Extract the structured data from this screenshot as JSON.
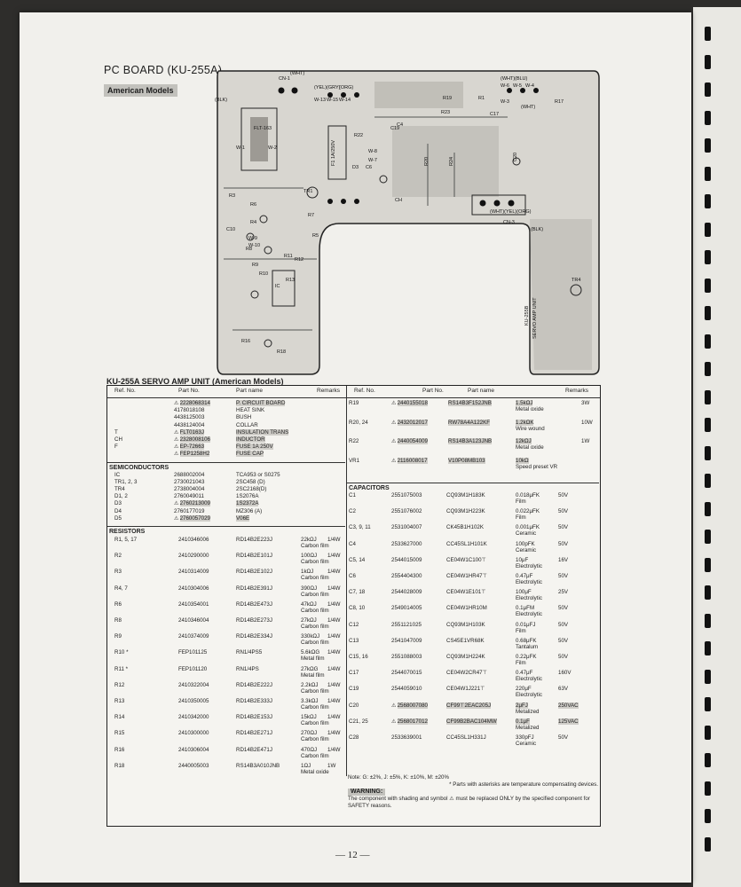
{
  "header": {
    "title": "PC BOARD (KU-255A)",
    "subtitle": "American Models"
  },
  "pcb": {
    "labels": [
      "CN-1",
      "(WHT)",
      "(BLK)",
      "(YEL)",
      "(GRY)",
      "(ORG)",
      "W-13",
      "W-15",
      "W-14",
      "(WHT)",
      "(BLU)",
      "W-6",
      "W-5",
      "W-4",
      "(WHT)",
      "W-3",
      "FLT-163",
      "R19",
      "R23",
      "R22",
      "R17",
      "R1",
      "F1 1A/250V",
      "CH",
      "R20",
      "R24",
      "C20",
      "C4",
      "C6",
      "CN-3",
      "(WHT)(YEL)(ORG)",
      "(BLK)",
      "R7",
      "R8",
      "C10",
      "R9",
      "R10",
      "R11",
      "R12",
      "R13",
      "R18",
      "R16",
      "C17",
      "TR1",
      "IC",
      "W-9",
      "W-10",
      "D3",
      "C19",
      "W-7",
      "W-8",
      "TR4",
      "W-1",
      "W-2",
      "R3",
      "R6",
      "R4",
      "R5",
      "KU-255B",
      "SERVO AMP UNIT"
    ]
  },
  "parts_list": {
    "title": "KU-255A SERVO AMP UNIT (American Models)",
    "headers": {
      "ref": "Ref. No.",
      "part_no": "Part No.",
      "part_name": "Part name",
      "remarks": "Remarks"
    },
    "left_general": [
      {
        "ref": "",
        "pn": "2228068314",
        "name": "P. CIRCUIT BOARD",
        "val": "",
        "rem": "",
        "warn": true,
        "shade": true
      },
      {
        "ref": "",
        "pn": "4178018108",
        "name": "HEAT SINK",
        "val": "",
        "rem": "",
        "warn": false,
        "shade": false
      },
      {
        "ref": "",
        "pn": "4438125003",
        "name": "BUSH",
        "val": "",
        "rem": "",
        "warn": false,
        "shade": false
      },
      {
        "ref": "",
        "pn": "4438124004",
        "name": "COLLAR",
        "val": "",
        "rem": "",
        "warn": false,
        "shade": false
      },
      {
        "ref": "T",
        "pn": "FLT0163J",
        "name": "INSULATION TRANS",
        "val": "",
        "rem": "",
        "warn": true,
        "shade": true
      },
      {
        "ref": "CH",
        "pn": "2328008106",
        "name": "INDUCTOR",
        "val": "",
        "rem": "",
        "warn": true,
        "shade": true
      },
      {
        "ref": "F",
        "pn": "EP-72663",
        "name": "FUSE 1A 250V",
        "val": "",
        "rem": "",
        "warn": true,
        "shade": true
      },
      {
        "ref": "",
        "pn": "FEP1258H2",
        "name": "FUSE CAP",
        "val": "",
        "rem": "",
        "warn": true,
        "shade": true
      }
    ],
    "semiconductors_title": "SEMICONDUCTORS",
    "semiconductors": [
      {
        "ref": "IC",
        "pn": "2688002004",
        "name": "TCA953 or S0275",
        "warn": false,
        "shade": false
      },
      {
        "ref": "TR1, 2, 3",
        "pn": "2730021043",
        "name": "2SC458 (D)",
        "warn": false,
        "shade": false
      },
      {
        "ref": "TR4",
        "pn": "2738004004",
        "name": "2SC2168(D)",
        "warn": false,
        "shade": false
      },
      {
        "ref": "D1, 2",
        "pn": "2760049011",
        "name": "1S2076A",
        "warn": false,
        "shade": false
      },
      {
        "ref": "D3",
        "pn": "2760213009",
        "name": "1S2372A",
        "warn": true,
        "shade": true
      },
      {
        "ref": "D4",
        "pn": "2760177019",
        "name": "MZ306 (A)",
        "warn": false,
        "shade": false
      },
      {
        "ref": "D5",
        "pn": "2760057029",
        "name": "V06E",
        "warn": true,
        "shade": true
      }
    ],
    "resistors_title": "RESISTORS",
    "resistors": [
      {
        "ref": "R1, 5, 17",
        "pn": "2410346006",
        "name": "RD14B2E223J",
        "val": "22kΩJ",
        "w": "1/4W",
        "type": "Carbon film",
        "warn": false,
        "shade": false
      },
      {
        "ref": "R2",
        "pn": "2410290000",
        "name": "RD14B2E101J",
        "val": "100ΩJ",
        "w": "1/4W",
        "type": "Carbon film",
        "warn": false,
        "shade": false
      },
      {
        "ref": "R3",
        "pn": "2410314009",
        "name": "RD14B2E102J",
        "val": "1kΩJ",
        "w": "1/4W",
        "type": "Carbon film",
        "warn": false,
        "shade": false
      },
      {
        "ref": "R4, 7",
        "pn": "2410304006",
        "name": "RD14B2E391J",
        "val": "390ΩJ",
        "w": "1/4W",
        "type": "Carbon film",
        "warn": false,
        "shade": false
      },
      {
        "ref": "R6",
        "pn": "2410354001",
        "name": "RD14B2E473J",
        "val": "47kΩJ",
        "w": "1/4W",
        "type": "Carbon film",
        "warn": false,
        "shade": false
      },
      {
        "ref": "R8",
        "pn": "2410346004",
        "name": "RD14B2E273J",
        "val": "27kΩJ",
        "w": "1/4W",
        "type": "Carbon film",
        "warn": false,
        "shade": false
      },
      {
        "ref": "R9",
        "pn": "2410374009",
        "name": "RD14B2E334J",
        "val": "330kΩJ",
        "w": "1/4W",
        "type": "Carbon film",
        "warn": false,
        "shade": false
      },
      {
        "ref": "R10 *",
        "pn": "FEP101125",
        "name": "RN1/4PS5",
        "val": "5.6kΩG",
        "w": "1/4W",
        "type": "Metal film",
        "warn": false,
        "shade": false
      },
      {
        "ref": "R11 *",
        "pn": "FEP101120",
        "name": "RN1/4PS",
        "val": "27kΩG",
        "w": "1/4W",
        "type": "Metal film",
        "warn": false,
        "shade": false
      },
      {
        "ref": "R12",
        "pn": "2410322004",
        "name": "RD14B2E222J",
        "val": "2.2kΩJ",
        "w": "1/4W",
        "type": "Carbon film",
        "warn": false,
        "shade": false
      },
      {
        "ref": "R13",
        "pn": "2410350005",
        "name": "RD14B2E333J",
        "val": "3.3kΩJ",
        "w": "1/4W",
        "type": "Carbon film",
        "warn": false,
        "shade": false
      },
      {
        "ref": "R14",
        "pn": "2410342000",
        "name": "RD14B2E153J",
        "val": "15kΩJ",
        "w": "1/4W",
        "type": "Carbon film",
        "warn": false,
        "shade": false
      },
      {
        "ref": "R15",
        "pn": "2410300000",
        "name": "RD14B2E271J",
        "val": "270ΩJ",
        "w": "1/4W",
        "type": "Carbon film",
        "warn": false,
        "shade": false
      },
      {
        "ref": "R16",
        "pn": "2410306004",
        "name": "RD14B2E471J",
        "val": "470ΩJ",
        "w": "1/4W",
        "type": "Carbon film",
        "warn": false,
        "shade": false
      },
      {
        "ref": "R18",
        "pn": "2440005003",
        "name": "RS14B3A010JNB",
        "val": "1ΩJ",
        "w": "1W",
        "type": "Metal oxide",
        "warn": false,
        "shade": false
      }
    ],
    "right_resistors": [
      {
        "ref": "R19",
        "pn": "2440155018",
        "name": "RS14B3F152JNB",
        "val": "1.5kΩJ",
        "w": "3W",
        "type": "Metal oxide",
        "warn": true,
        "shade": true
      },
      {
        "ref": "R20, 24",
        "pn": "2432012017",
        "name": "RW78A4A122KF",
        "val": "1.2kΩK",
        "w": "10W",
        "type": "Wire wound",
        "warn": true,
        "shade": true
      },
      {
        "ref": "R22",
        "pn": "2440054009",
        "name": "RS14B3A123JNB",
        "val": "12kΩJ",
        "w": "1W",
        "type": "Metal oxide",
        "warn": true,
        "shade": true
      },
      {
        "ref": "VR1",
        "pn": "2116008017",
        "name": "V10P08MB103",
        "val": "10kΩ",
        "w": "",
        "type": "Speed preset VR",
        "warn": true,
        "shade": true
      }
    ],
    "capacitors_title": "CAPACITORS",
    "capacitors": [
      {
        "ref": "C1",
        "pn": "2551075003",
        "name": "CQ93M1H183K",
        "val": "0.018μFK",
        "w": "50V",
        "type": "Film",
        "warn": false,
        "shade": false
      },
      {
        "ref": "C2",
        "pn": "2551076002",
        "name": "CQ93M1H223K",
        "val": "0.022μFK",
        "w": "50V",
        "type": "Film",
        "warn": false,
        "shade": false
      },
      {
        "ref": "C3, 9, 11",
        "pn": "2531004007",
        "name": "CK45B1H102K",
        "val": "0.001μFK",
        "w": "50V",
        "type": "Ceramic",
        "warn": false,
        "shade": false
      },
      {
        "ref": "C4",
        "pn": "2533627000",
        "name": "CC45SL1H101K",
        "val": "100pFK",
        "w": "50V",
        "type": "Ceramic",
        "warn": false,
        "shade": false
      },
      {
        "ref": "C5, 14",
        "pn": "2544015009",
        "name": "CE04W1C100⊤",
        "val": "10μF",
        "w": "16V",
        "type": "Electrolytic",
        "warn": false,
        "shade": false
      },
      {
        "ref": "C6",
        "pn": "2554404300",
        "name": "CE04W1HR47⊤",
        "val": "0.47μF",
        "w": "50V",
        "type": "Electrolytic",
        "warn": false,
        "shade": false
      },
      {
        "ref": "C7, 18",
        "pn": "2544028009",
        "name": "CE04W1E101⊤",
        "val": "100μF",
        "w": "25V",
        "type": "Electrolytic",
        "warn": false,
        "shade": false
      },
      {
        "ref": "C8, 10",
        "pn": "2549014005",
        "name": "CE04W1HR10M",
        "val": "0.1μFM",
        "w": "50V",
        "type": "Electrolytic",
        "warn": false,
        "shade": false
      },
      {
        "ref": "C12",
        "pn": "2551121025",
        "name": "CQ93M1H103K",
        "val": "0.01μFJ",
        "w": "50V",
        "type": "Film",
        "warn": false,
        "shade": false
      },
      {
        "ref": "C13",
        "pn": "2541047009",
        "name": "CS45E1VR68K",
        "val": "0.68μFK",
        "w": "50V",
        "type": "Tantalum",
        "warn": false,
        "shade": false
      },
      {
        "ref": "C15, 16",
        "pn": "2551088003",
        "name": "CQ93M1H224K",
        "val": "0.22μFK",
        "w": "50V",
        "type": "Film",
        "warn": false,
        "shade": false
      },
      {
        "ref": "C17",
        "pn": "2544070015",
        "name": "CE04W2CR47⊤",
        "val": "0.47μF",
        "w": "160V",
        "type": "Electrolytic",
        "warn": false,
        "shade": false
      },
      {
        "ref": "C19",
        "pn": "2544059010",
        "name": "CE04W1J221⊤",
        "val": "220μF",
        "w": "63V",
        "type": "Electrolytic",
        "warn": false,
        "shade": false
      },
      {
        "ref": "C20",
        "pn": "2568007080",
        "name": "CF99⊤2EAC205J",
        "val": "2μFJ",
        "w": "250VAC",
        "type": "Metalized",
        "warn": true,
        "shade": true
      },
      {
        "ref": "C21, 25",
        "pn": "2568017012",
        "name": "CF99B2BAC104MW",
        "val": "0.1μF",
        "w": "125VAC",
        "type": "Metalized",
        "warn": true,
        "shade": true
      },
      {
        "ref": "C28",
        "pn": "2533639001",
        "name": "CC45SL1H331J",
        "val": "330pFJ",
        "w": "50V",
        "type": "Ceramic",
        "warn": false,
        "shade": false
      }
    ],
    "note": "Note: G: ±2%, J: ±5%, K: ±10%, M: ±20%",
    "note2": "* Parts with asterisks are temperature compensating devices.",
    "warning_title": "WARNING:",
    "warning_text": "The component with shading and symbol ⚠ must be replaced ONLY by the specified component for SAFETY reasons."
  },
  "footer": {
    "page_number": "— 12 —"
  }
}
